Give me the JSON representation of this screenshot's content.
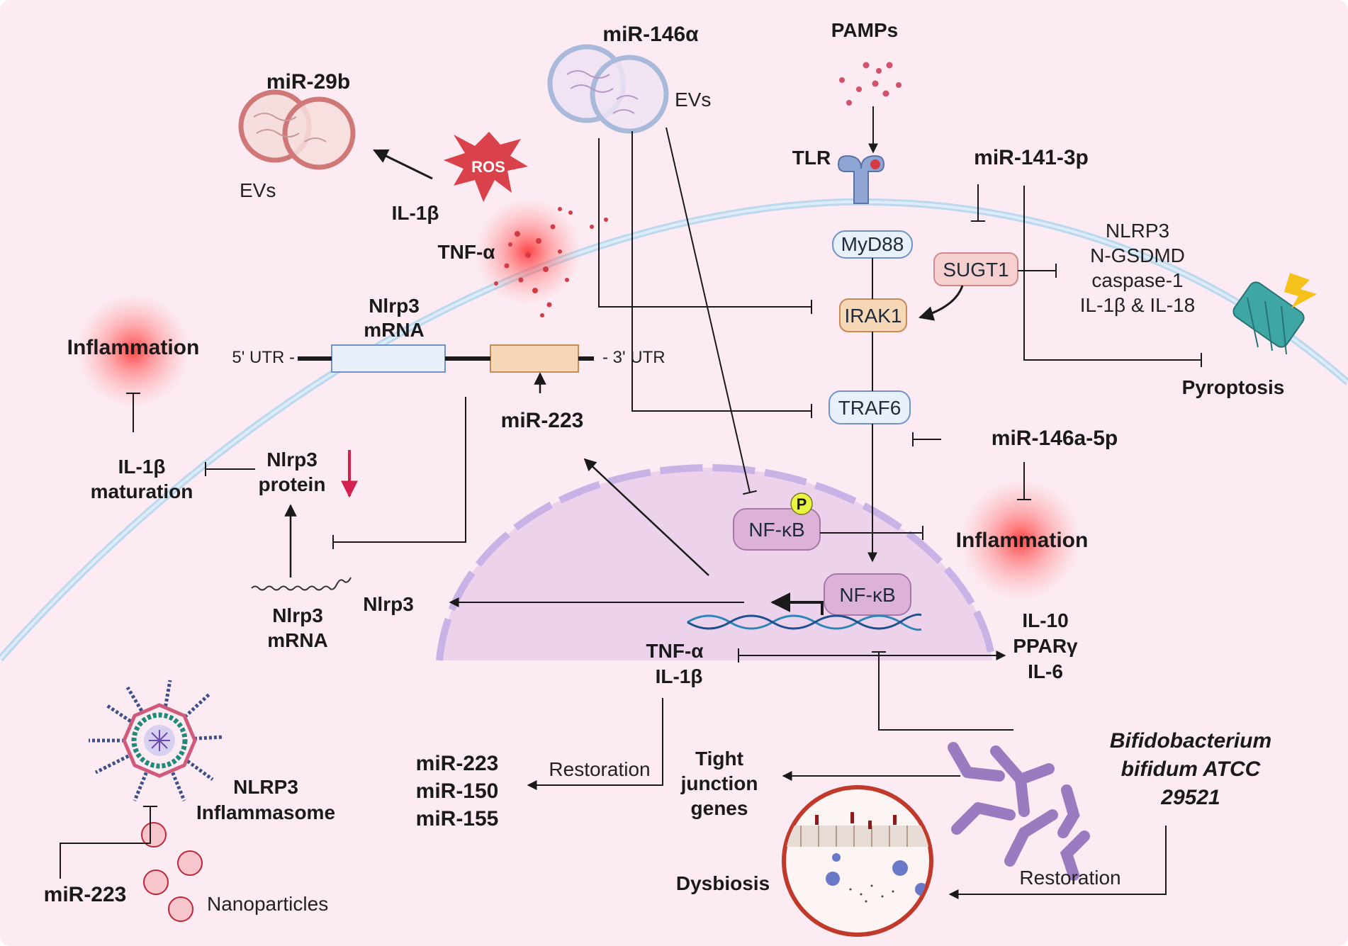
{
  "colors": {
    "background": "#fcebf2",
    "membrane": "#bcd8ee",
    "nucleus": "#ead0ea",
    "nucleus_border": "#c9b3e6",
    "box_blue_fill": "#e7f0fb",
    "box_blue_stroke": "#6f93c8",
    "box_orange_fill": "#f6d7b6",
    "box_orange_stroke": "#c58b56",
    "nfkb_fill": "#dcb2d8",
    "nfkb_stroke": "#a678a6",
    "sugt1_fill": "#f6cfcf",
    "sugt1_stroke": "#cf8a8a",
    "ros": "#d9414b",
    "inflammation_glow": "#ff3b3b",
    "phospho": "#e9f542",
    "down_arrow": "#d4204f",
    "bacteria": "#9b7bbf",
    "gut_border": "#c0392b"
  },
  "labels": {
    "pamps": "PAMPs",
    "tlr": "TLR",
    "mir146a": "miR-146α",
    "evs_top": "EVs",
    "mir29b": "miR-29b",
    "evs_left": "EVs",
    "ros": "ROS",
    "il1b_top": "IL-1β",
    "tnfa_top": "TNF-α",
    "nlrp3_mrna_top_1": "Nlrp3",
    "nlrp3_mrna_top_2": "mRNA",
    "utr5": "5' UTR -",
    "utr3": "- 3' UTR",
    "mir223_mid": "miR-223",
    "inflammation_left": "Inflammation",
    "il1b_maturation_1": "IL-1β",
    "il1b_maturation_2": "maturation",
    "nlrp3_protein_1": "Nlrp3",
    "nlrp3_protein_2": "protein",
    "nlrp3_mrna_bottom_1": "Nlrp3",
    "nlrp3_mrna_bottom_2": "mRNA",
    "nlrp3_gene": "Nlrp3",
    "myd88": "MyD88",
    "irak1": "IRAK1",
    "traf6": "TRAF6",
    "nfkb_p": "NF-κB",
    "phospho": "P",
    "nfkb_dna": "NF-κB",
    "mir141": "miR-141-3p",
    "sugt1": "SUGT1",
    "nlrp3_list": [
      "NLRP3",
      "N-GSDMD",
      "caspase-1",
      "IL-1β & IL-18"
    ],
    "pyroptosis": "Pyroptosis",
    "mir146a5p": "miR-146a-5p",
    "inflammation_right": "Inflammation",
    "tnfa_bottom": "TNF-α",
    "il1b_bottom": "IL-1β",
    "anti_inflam": [
      "IL-10",
      "PPARγ",
      "IL-6"
    ],
    "restoration_mid": "Restoration",
    "mirs_restored": [
      "miR-223",
      "miR-150",
      "miR-155"
    ],
    "tight_junction": [
      "Tight",
      "junction",
      "genes"
    ],
    "bifido": [
      "Bifidobacterium",
      "bifidum ATCC",
      "29521"
    ],
    "restoration_bottom": "Restoration",
    "dysbiosis": "Dysbiosis",
    "nlrp3_inflammasome_1": "NLRP3",
    "nlrp3_inflammasome_2": "Inflammasome",
    "mir223_bottom": "miR-223",
    "nanoparticles": "Nanoparticles"
  }
}
